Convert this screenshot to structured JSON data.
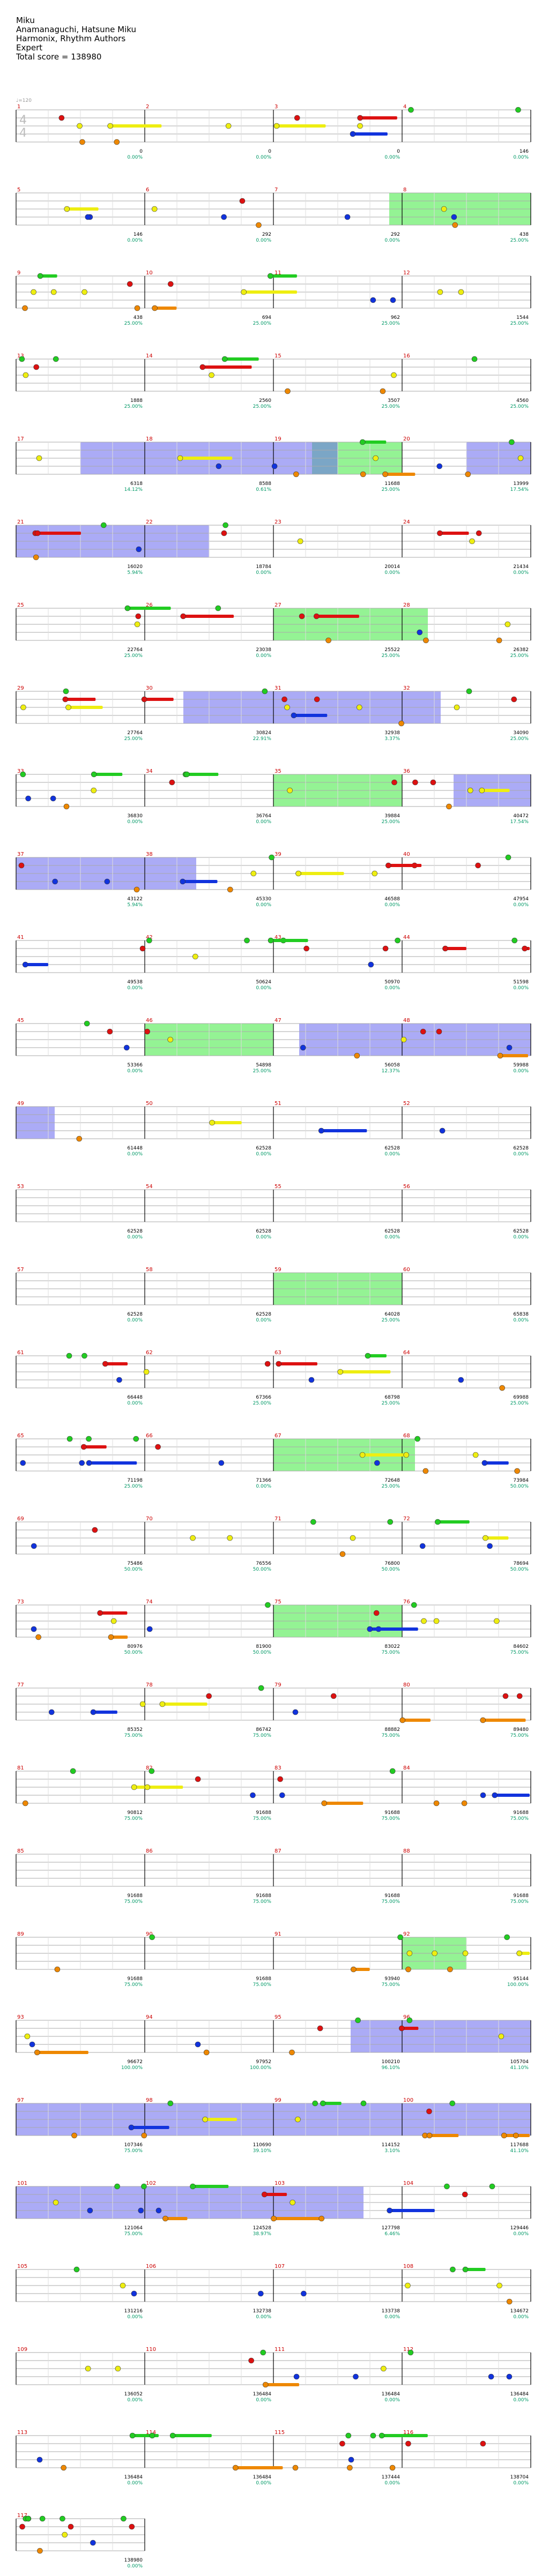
{
  "header": {
    "title": "Miku",
    "artist": "Anamanaguchi, Hatsune Miku",
    "charter": "Harmonix, Rhythm Authors",
    "difficulty": "Expert",
    "total_score": "Total score = 138980"
  },
  "bpm_label": "♩=120",
  "time_signature": {
    "top": "4",
    "bottom": "4"
  },
  "colors": {
    "green": "#22cc22",
    "red": "#dd1111",
    "yellow": "#eeee11",
    "blue": "#1133dd",
    "orange": "#ee8800",
    "star_power": "#66ee66",
    "overdrive": "#6666ee",
    "staff_line": "#aaaaaa"
  },
  "rows": [
    {
      "measures": [
        1,
        2,
        3,
        4
      ],
      "scores": [
        "0",
        "0",
        "0",
        "146"
      ],
      "pcts": [
        "0.00%",
        "0.00%",
        "0.00%",
        "0.00%"
      ]
    },
    {
      "measures": [
        5,
        6,
        7,
        8
      ],
      "scores": [
        "146",
        "292",
        "292",
        "438"
      ],
      "pcts": [
        "0.00%",
        "0.00%",
        "0.00%",
        "25.00%"
      ]
    },
    {
      "measures": [
        9,
        10,
        11,
        12
      ],
      "scores": [
        "438",
        "694",
        "962",
        "1544"
      ],
      "pcts": [
        "25.00%",
        "25.00%",
        "25.00%",
        "25.00%"
      ]
    },
    {
      "measures": [
        13,
        14,
        15,
        16
      ],
      "scores": [
        "1888",
        "2560",
        "3507",
        "4560"
      ],
      "pcts": [
        "25.00%",
        "25.00%",
        "25.00%",
        "25.00%"
      ]
    },
    {
      "measures": [
        17,
        18,
        19,
        20
      ],
      "scores": [
        "6318",
        "8588",
        "11688",
        "13999"
      ],
      "pcts": [
        "14.12%",
        "0.61%",
        "25.00%",
        "17.54%"
      ]
    },
    {
      "measures": [
        21,
        22,
        23,
        24
      ],
      "scores": [
        "16020",
        "18784",
        "20014",
        "21434"
      ],
      "pcts": [
        "5.94%",
        "0.00%",
        "0.00%",
        "0.00%"
      ]
    },
    {
      "measures": [
        25,
        26,
        27,
        28
      ],
      "scores": [
        "22764",
        "23038",
        "25522",
        "26382"
      ],
      "pcts": [
        "25.00%",
        "0.00%",
        "25.00%",
        "25.00%"
      ]
    },
    {
      "measures": [
        29,
        30,
        31,
        32
      ],
      "scores": [
        "27764",
        "30824",
        "32938",
        "34090"
      ],
      "pcts": [
        "25.00%",
        "22.91%",
        "3.37%",
        "25.00%"
      ]
    },
    {
      "measures": [
        33,
        34,
        35,
        36
      ],
      "scores": [
        "36830",
        "36764",
        "39884",
        "40472"
      ],
      "pcts": [
        "0.00%",
        "0.00%",
        "25.00%",
        "17.54%"
      ]
    },
    {
      "measures": [
        37,
        38,
        39,
        40
      ],
      "scores": [
        "43122",
        "45330",
        "46588",
        "47954"
      ],
      "pcts": [
        "5.94%",
        "0.00%",
        "0.00%",
        "0.00%"
      ]
    },
    {
      "measures": [
        41,
        42,
        43,
        44
      ],
      "scores": [
        "49538",
        "50624",
        "50970",
        "51598"
      ],
      "pcts": [
        "0.00%",
        "0.00%",
        "0.00%",
        "0.00%"
      ]
    },
    {
      "measures": [
        45,
        46,
        47,
        48
      ],
      "scores": [
        "53366",
        "54898",
        "56058",
        "59988"
      ],
      "pcts": [
        "0.00%",
        "25.00%",
        "12.37%",
        "0.00%"
      ]
    },
    {
      "measures": [
        49,
        50,
        51,
        52
      ],
      "scores": [
        "61448",
        "62528",
        "62528",
        "62528"
      ],
      "pcts": [
        "0.00%",
        "0.00%",
        "0.00%",
        "0.00%"
      ]
    },
    {
      "measures": [
        53,
        54,
        55,
        56
      ],
      "scores": [
        "62528",
        "62528",
        "62528",
        "62528"
      ],
      "pcts": [
        "0.00%",
        "0.00%",
        "0.00%",
        "0.00%"
      ]
    },
    {
      "measures": [
        57,
        58,
        59,
        60
      ],
      "scores": [
        "62528",
        "62528",
        "64028",
        "65838"
      ],
      "pcts": [
        "0.00%",
        "0.00%",
        "25.00%",
        "0.00%"
      ]
    },
    {
      "measures": [
        61,
        62,
        63,
        64
      ],
      "scores": [
        "66448",
        "67366",
        "68798",
        "69988"
      ],
      "pcts": [
        "0.00%",
        "25.00%",
        "25.00%",
        "25.00%"
      ]
    },
    {
      "measures": [
        65,
        66,
        67,
        68
      ],
      "scores": [
        "71198",
        "71366",
        "72648",
        "73984"
      ],
      "pcts": [
        "25.00%",
        "0.00%",
        "25.00%",
        "50.00%"
      ]
    },
    {
      "measures": [
        69,
        70,
        71,
        72
      ],
      "scores": [
        "75486",
        "76556",
        "76800",
        "78694"
      ],
      "pcts": [
        "50.00%",
        "50.00%",
        "50.00%",
        "50.00%"
      ]
    },
    {
      "measures": [
        73,
        74,
        75,
        76
      ],
      "scores": [
        "80976",
        "81900",
        "83022",
        "84602"
      ],
      "pcts": [
        "50.00%",
        "50.00%",
        "75.00%",
        "75.00%"
      ]
    },
    {
      "measures": [
        77,
        78,
        79,
        80
      ],
      "scores": [
        "85352",
        "86742",
        "88882",
        "89480"
      ],
      "pcts": [
        "75.00%",
        "75.00%",
        "75.00%",
        "75.00%"
      ]
    },
    {
      "measures": [
        81,
        82,
        83,
        84
      ],
      "scores": [
        "90812",
        "91688",
        "91688",
        "91688"
      ],
      "pcts": [
        "75.00%",
        "75.00%",
        "75.00%",
        "75.00%"
      ]
    },
    {
      "measures": [
        85,
        86,
        87,
        88
      ],
      "scores": [
        "91688",
        "91688",
        "91688",
        "91688"
      ],
      "pcts": [
        "75.00%",
        "75.00%",
        "75.00%",
        "75.00%"
      ]
    },
    {
      "measures": [
        89,
        90,
        91,
        92
      ],
      "scores": [
        "91688",
        "91688",
        "93940",
        "95144"
      ],
      "pcts": [
        "75.00%",
        "75.00%",
        "75.00%",
        "100.00%"
      ]
    },
    {
      "measures": [
        93,
        94,
        95,
        96
      ],
      "scores": [
        "96672",
        "97952",
        "100210",
        "105704"
      ],
      "pcts": [
        "100.00%",
        "100.00%",
        "96.10%",
        "41.10%"
      ]
    },
    {
      "measures": [
        97,
        98,
        99,
        100
      ],
      "scores": [
        "107346",
        "110690",
        "114152",
        "117688"
      ],
      "pcts": [
        "75.00%",
        "39.10%",
        "3.10%",
        "41.10%"
      ]
    },
    {
      "measures": [
        101,
        102,
        103,
        104
      ],
      "scores": [
        "121064",
        "124528",
        "127798",
        "129446"
      ],
      "pcts": [
        "75.00%",
        "38.97%",
        "6.46%",
        "0.00%"
      ]
    },
    {
      "measures": [
        105,
        106,
        107,
        108
      ],
      "scores": [
        "131216",
        "132738",
        "133738",
        "134672"
      ],
      "pcts": [
        "0.00%",
        "0.00%",
        "0.00%",
        "0.00%"
      ]
    },
    {
      "measures": [
        109,
        110,
        111,
        112
      ],
      "scores": [
        "136052",
        "136484",
        "136484",
        "136484"
      ],
      "pcts": [
        "0.00%",
        "0.00%",
        "0.00%",
        "0.00%"
      ]
    },
    {
      "measures": [
        113,
        114,
        115,
        116
      ],
      "scores": [
        "136484",
        "136484",
        "137444",
        "138704"
      ],
      "pcts": [
        "0.00%",
        "0.00%",
        "0.00%",
        "0.00%"
      ]
    },
    {
      "measures": [
        117
      ],
      "scores": [
        "138980"
      ],
      "pcts": [
        "0.00%"
      ]
    }
  ]
}
